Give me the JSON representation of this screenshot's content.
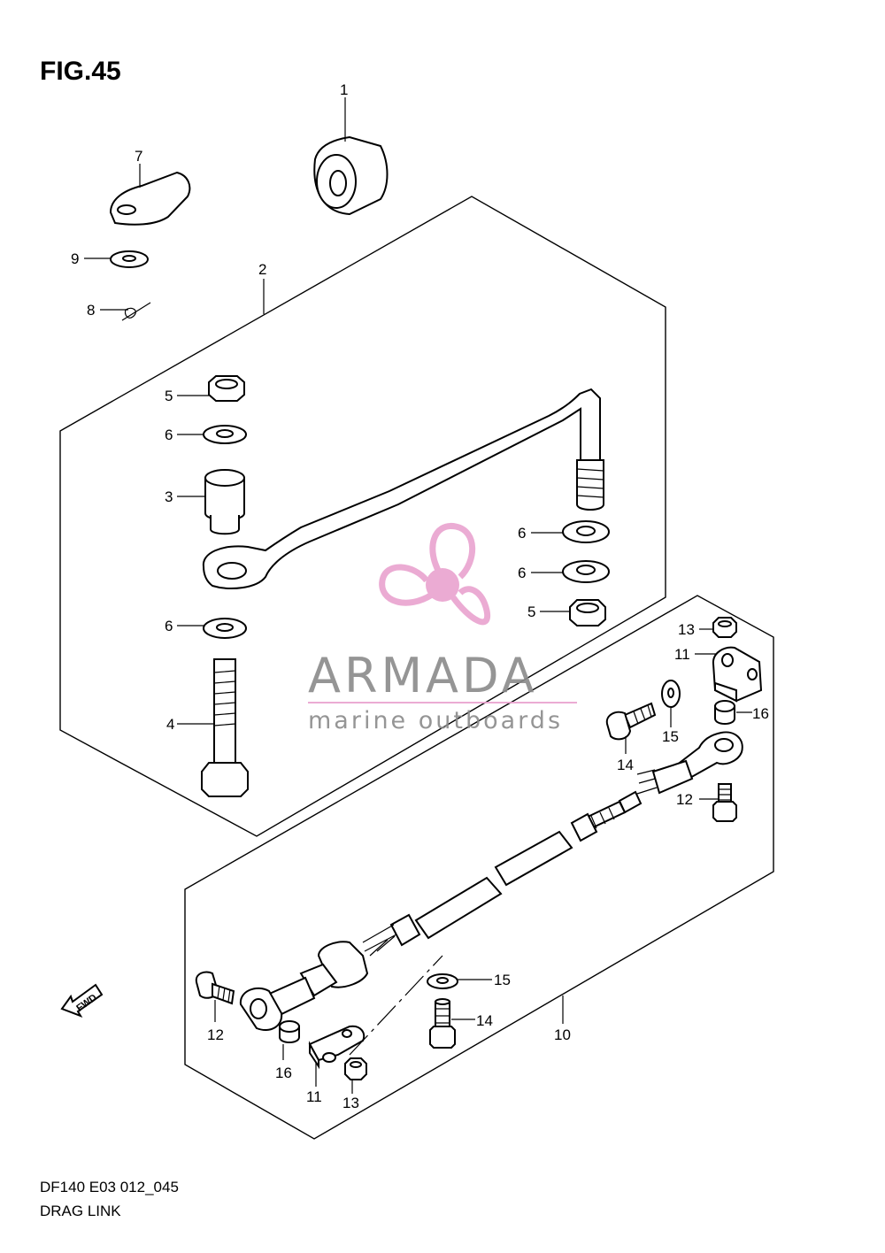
{
  "figure": {
    "title": "FIG.45"
  },
  "footer": {
    "model_code": "DF140 E03 012_045",
    "section_name": "DRAG LINK"
  },
  "watermark": {
    "brand": "ARMADA",
    "tagline": "marine outboards",
    "logo_icon": "propeller-icon",
    "colors": {
      "logo": "#e9a3cf",
      "text": "#8a8a8a"
    }
  },
  "direction": {
    "label": "FWD",
    "icon": "forward-arrow-icon"
  },
  "callouts": {
    "c1": "1",
    "c2": "2",
    "c3": "3",
    "c4": "4",
    "c5a": "5",
    "c5b": "5",
    "c6a": "6",
    "c6b": "6",
    "c6c": "6",
    "c6d": "6",
    "c7": "7",
    "c8": "8",
    "c9": "9",
    "c10": "10",
    "c11a": "11",
    "c11b": "11",
    "c12a": "12",
    "c12b": "12",
    "c13a": "13",
    "c13b": "13",
    "c14a": "14",
    "c14b": "14",
    "c15a": "15",
    "c15b": "15",
    "c16a": "16",
    "c16b": "16"
  }
}
